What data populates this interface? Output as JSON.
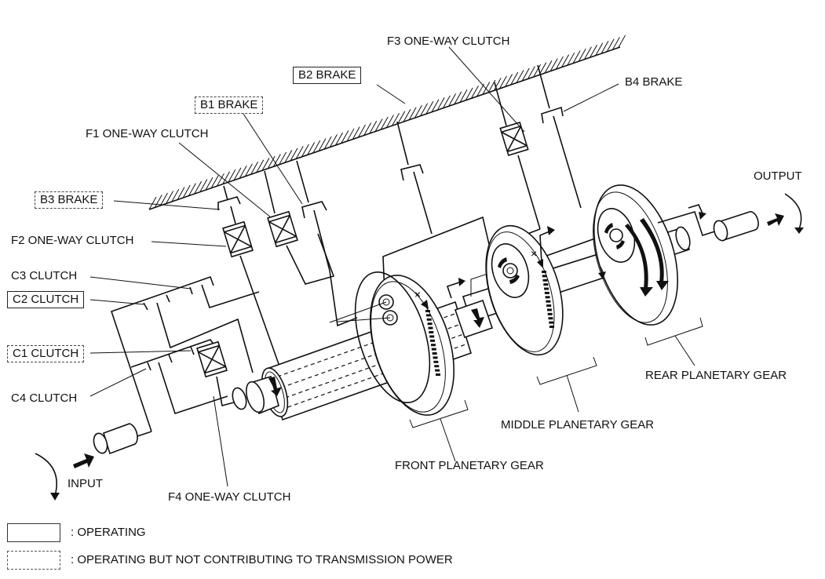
{
  "diagram": {
    "type": "transmission power flow schematic",
    "components": {
      "f3": {
        "label": "F3 ONE-WAY CLUTCH",
        "state": "normal"
      },
      "b2": {
        "label": "B2 BRAKE",
        "state": "operating"
      },
      "b1": {
        "label": "B1 BRAKE",
        "state": "operating-not-contributing"
      },
      "f1": {
        "label": "F1 ONE-WAY CLUTCH",
        "state": "normal"
      },
      "b4": {
        "label": "B4 BRAKE",
        "state": "normal"
      },
      "b3": {
        "label": "B3 BRAKE",
        "state": "operating-not-contributing"
      },
      "f2": {
        "label": "F2 ONE-WAY CLUTCH",
        "state": "normal"
      },
      "c3": {
        "label": "C3 CLUTCH",
        "state": "normal"
      },
      "c2": {
        "label": "C2 CLUTCH",
        "state": "operating"
      },
      "c1": {
        "label": "C1 CLUTCH",
        "state": "operating-not-contributing"
      },
      "c4": {
        "label": "C4 CLUTCH",
        "state": "normal"
      },
      "f4": {
        "label": "F4 ONE-WAY CLUTCH",
        "state": "normal"
      }
    },
    "gears": {
      "front": "FRONT PLANETARY GEAR",
      "middle": "MIDDLE PLANETARY GEAR",
      "rear": "REAR PLANETARY GEAR"
    },
    "io": {
      "input": "INPUT",
      "output": "OUTPUT"
    }
  },
  "legend": {
    "operating": ": OPERATING",
    "not_contributing": ": OPERATING BUT NOT CONTRIBUTING TO TRANSMISSION POWER"
  }
}
